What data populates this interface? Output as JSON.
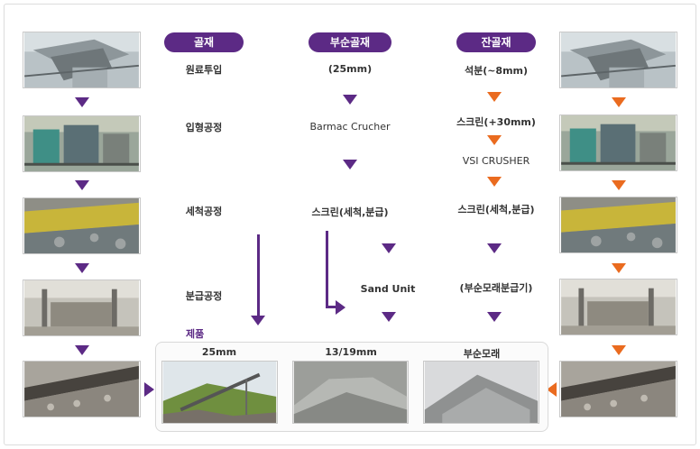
{
  "headers": {
    "left": "골재",
    "middle": "부순골재",
    "right": "잔골재"
  },
  "stages": {
    "raw_input": "원료투입",
    "shaping": "입형공정",
    "washing": "세척공정",
    "classification": "분급공정"
  },
  "middle_column": {
    "size": "(25mm)",
    "crusher": "Barmac Crucher",
    "screen": "스크린(세척,분급)",
    "sand_unit": "Sand Unit"
  },
  "right_column": {
    "input": "석분(~8mm)",
    "screen1": "스크린(+30mm)",
    "crusher": "VSI CRUSHER",
    "screen2": "스크린(세척,분급)",
    "classifier": "(부순모래분급기)"
  },
  "product": {
    "label": "제품",
    "items": [
      "25mm",
      "13/19mm",
      "부순모래"
    ]
  },
  "icons": {
    "left_photos": [
      "hopper-photo",
      "crusher-plant-photo",
      "vibrating-screen-photo",
      "wash-plant-photo",
      "conveyor-photo"
    ],
    "right_photos": [
      "hopper-photo",
      "crusher-plant-photo",
      "vibrating-screen-photo",
      "sand-classifier-photo",
      "conveyor-photo"
    ]
  },
  "colors": {
    "purple": "#5c2a85",
    "orange": "#ea6b1f"
  }
}
